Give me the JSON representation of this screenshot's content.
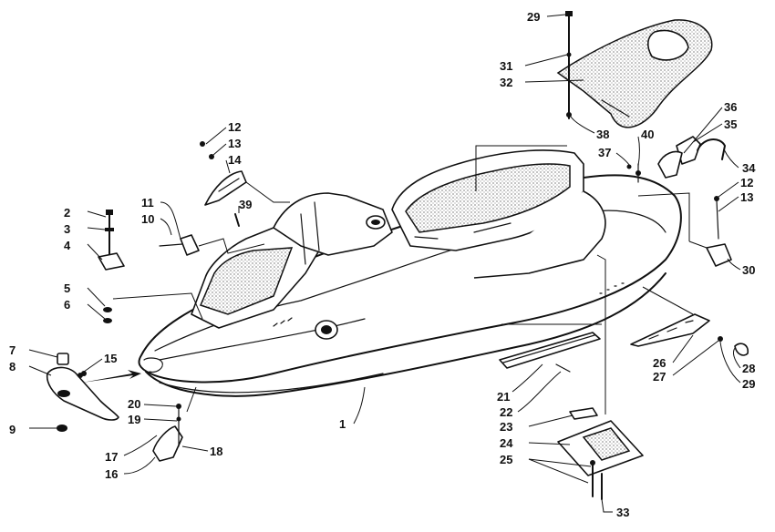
{
  "callouts": {
    "c1": "1",
    "c2": "2",
    "c3": "3",
    "c4": "4",
    "c5": "5",
    "c6": "6",
    "c7": "7",
    "c8": "8",
    "c9": "9",
    "c10": "10",
    "c11": "11",
    "c12a": "12",
    "c13a": "13",
    "c14": "14",
    "c15": "15",
    "c16": "16",
    "c17": "17",
    "c18": "18",
    "c19": "19",
    "c20": "20",
    "c21": "21",
    "c22": "22",
    "c23": "23",
    "c24": "24",
    "c25": "25",
    "c26": "26",
    "c27": "27",
    "c28": "28",
    "c29a": "29",
    "c29b": "29",
    "c30": "30",
    "c31": "31",
    "c32": "32",
    "c33": "33",
    "c34": "34",
    "c35": "35",
    "c36": "36",
    "c37": "37",
    "c38": "38",
    "c39": "39",
    "c40": "40",
    "c12b": "12",
    "c13b": "13"
  }
}
